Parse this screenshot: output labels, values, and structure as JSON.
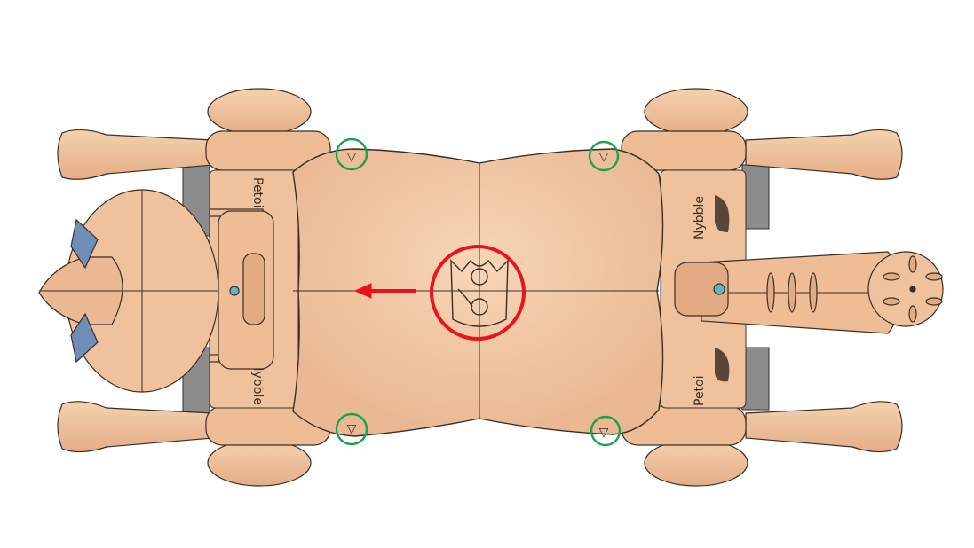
{
  "labels": {
    "head_side_top": "Petoi",
    "head_side_bottom": "Nybble",
    "tail_side_top": "Nybble",
    "tail_side_bottom": "Petoi",
    "triangle_mark": "▽"
  },
  "colors": {
    "body": "#f2c7a2",
    "body_shade": "#e2ab84",
    "outline": "#3b2e24",
    "gray_part": "#8c8c8c",
    "blue_part": "#6f8fb8",
    "marker_green": "#1aa34a",
    "marker_red": "#e8141c",
    "background": "#ffffff"
  }
}
